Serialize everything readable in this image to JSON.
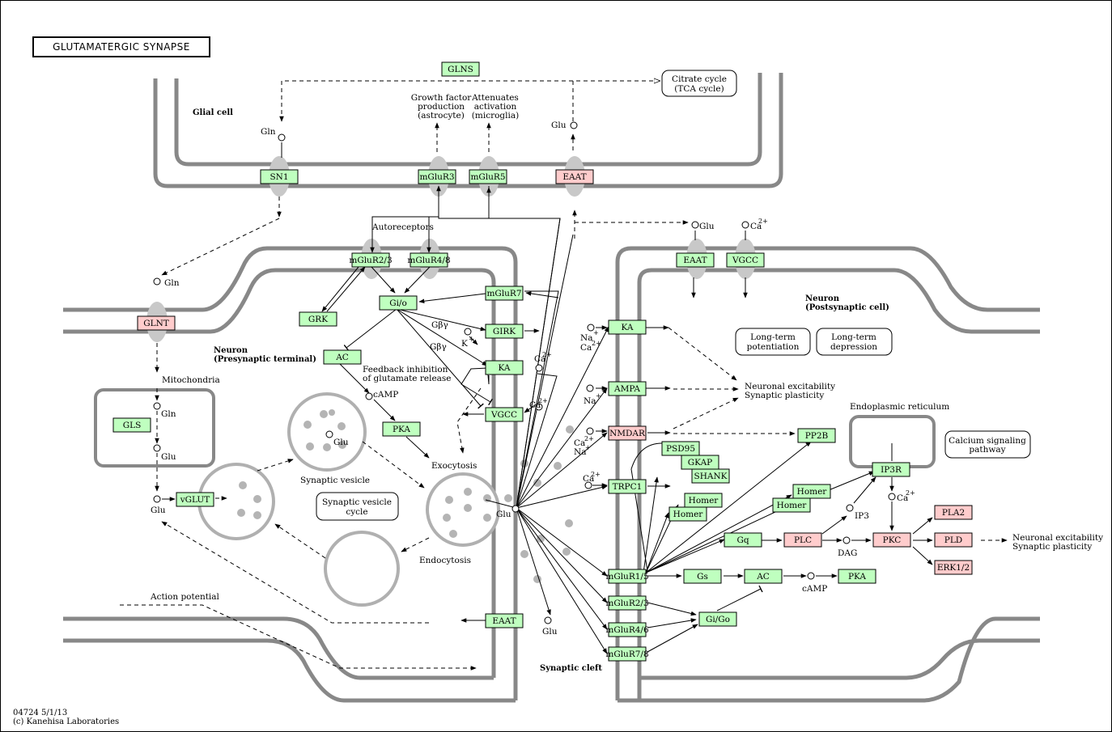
{
  "title": "GLUTAMATERGIC SYNAPSE",
  "footer": {
    "code": "04724 5/1/13",
    "copyright": "(c) Kanehisa Laboratories"
  },
  "region_labels": {
    "glial": "Glial cell",
    "pre1": "Neuron",
    "pre2": "(Presynaptic terminal)",
    "post1": "Neuron",
    "post2": "(Postsynaptic cell)",
    "cleft": "Synaptic cleft",
    "mito": "Mitochondria",
    "er": "Endoplasmic reticulum",
    "ap": "Action potential"
  },
  "genes": {
    "gln_s": "GLNS",
    "sn1": "SN1",
    "mglur3": "mGluR3",
    "mglur5": "mGluR5",
    "eaat_glia": "EAAT",
    "glnt": "GLNT",
    "gls": "GLS",
    "vglut": "vGLUT",
    "mglur23_pre": "mGluR2/3",
    "mglur48": "mGluR4/8",
    "grk": "GRK",
    "gio": "Gi/o",
    "mglur7": "mGluR7",
    "girk": "GIRK",
    "ac_pre": "AC",
    "ka_pre": "KA",
    "vgcc_pre": "VGCC",
    "pka_pre": "PKA",
    "eaat_pre": "EAAT",
    "eaat_post": "EAAT",
    "vgcc_post": "VGCC",
    "ka_post": "KA",
    "ampa": "AMPA",
    "nmdar": "NMDAR",
    "psd95": "PSD95",
    "gkap": "GKAP",
    "shank": "SHANK",
    "homer1": "Homer",
    "homer2": "Homer",
    "homer3": "Homer",
    "homer4": "Homer",
    "trpc1": "TRPC1",
    "pp2b": "PP2B",
    "ip3r": "IP3R",
    "gq": "Gq",
    "plc": "PLC",
    "pkc": "PKC",
    "pla2": "PLA2",
    "pld": "PLD",
    "erk": "ERK1/2",
    "mglur15": "mGluR1/5",
    "gs": "Gs",
    "ac_post": "AC",
    "pka_post": "PKA",
    "mglur23_post": "mGluR2/3",
    "mglur46": "mGluR4/6",
    "mglur78": "mGluR7/8",
    "gigo": "Gi/Go"
  },
  "compounds": {
    "gln": "Gln",
    "glu": "Glu",
    "camp": "cAMP",
    "ip3": "IP3",
    "dag": "DAG",
    "k": "K",
    "kplus": "+",
    "na": "Na",
    "naplus": "+",
    "ca": "Ca",
    "ca2": "2+",
    "ca2plus": "Ca2+",
    "gby": "Gβγ"
  },
  "pathway_maps": {
    "citrate1": "Citrate cycle",
    "citrate2": "(TCA cycle)",
    "ltp1": "Long-term",
    "ltp2": "potentiation",
    "ltd1": "Long-term",
    "ltd2": "depression",
    "calcium1": "Calcium signaling",
    "calcium2": "pathway",
    "svc1": "Synaptic vesicle",
    "svc2": "cycle"
  },
  "annotations": {
    "gf1": "Growth factor",
    "gf2": "production",
    "gf3": "(astrocyte)",
    "att1": "Attenuates",
    "att2": "activation",
    "att3": "(microglia)",
    "auto": "Autoreceptors",
    "fb1": "Feedback inhibition",
    "fb2": "of glutamate release",
    "exo": "Exocytosis",
    "endo": "Endocytosis",
    "sv": "Synaptic vesicle",
    "ne1": "Neuronal excitability",
    "ne2": "Synaptic plasticity"
  }
}
